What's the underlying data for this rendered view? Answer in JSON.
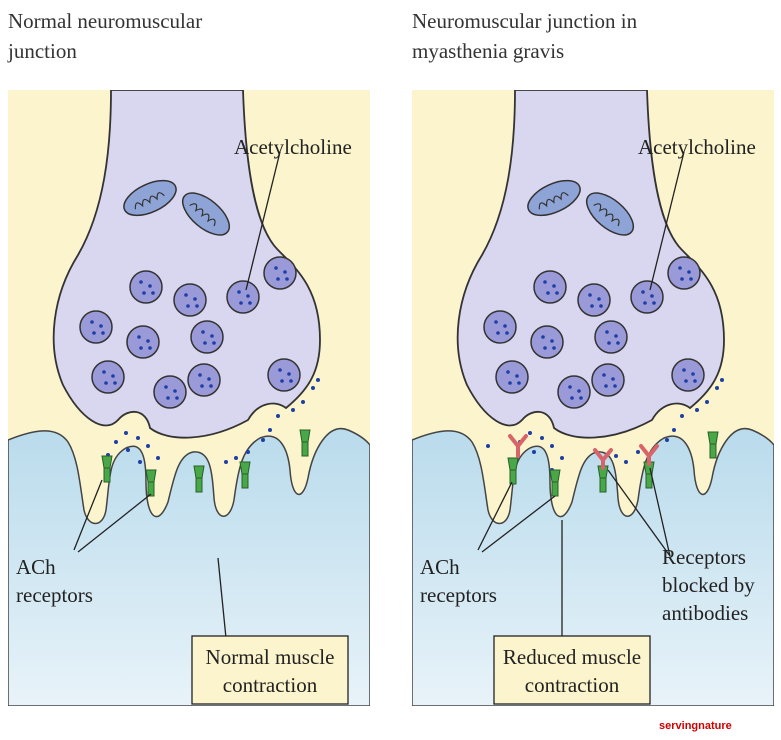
{
  "left_panel": {
    "title": "Normal neuromuscular\njunction",
    "label_acetylcholine": "Acetylcholine",
    "label_ach_receptors": [
      "ACh",
      "receptors"
    ],
    "result_box": [
      "Normal muscle",
      "contraction"
    ]
  },
  "right_panel": {
    "title": "Neuromuscular junction in\nmyasthenia gravis",
    "label_acetylcholine": "Acetylcholine",
    "label_ach_receptors": [
      "ACh",
      "receptors"
    ],
    "label_blocked": [
      "Receptors",
      "blocked by",
      "antibodies"
    ],
    "result_box": [
      "Reduced muscle",
      "contraction"
    ]
  },
  "watermark": "servingnature",
  "colors": {
    "background": "#fbf4cc",
    "muscle": "#c4e0ee",
    "nerve_terminal": "#d9d6f0",
    "vesicle": "#9a9ad8",
    "ach_dot": "#1e3fa6",
    "receptor": "#48a848",
    "antibody": "#d9636a",
    "label_box": "#fbf4cc"
  }
}
